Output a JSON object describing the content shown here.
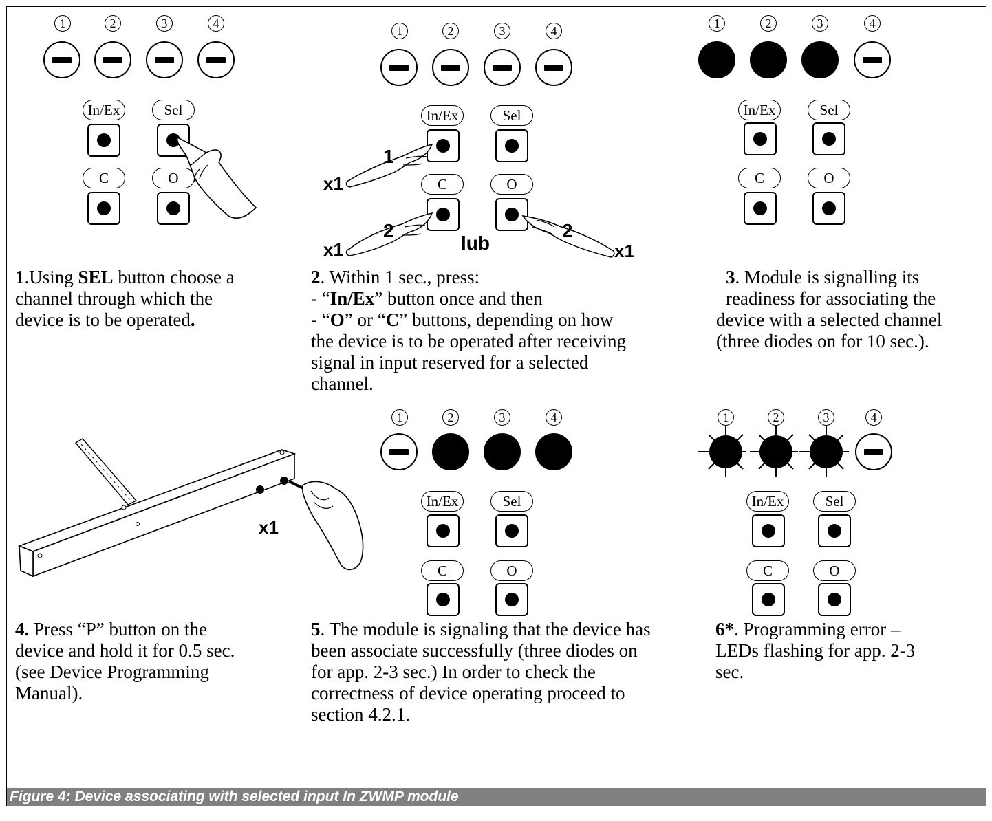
{
  "channels": [
    "1",
    "2",
    "3",
    "4"
  ],
  "buttons": {
    "inex": "In/Ex",
    "sel": "Sel",
    "c": "C",
    "o": "O"
  },
  "hand_labels": {
    "x1": "x1",
    "one": "1",
    "two": "2",
    "lub": "lub"
  },
  "captions": {
    "c1": {
      "num": "1",
      "line1_a": ".Using ",
      "line1_b": "SEL",
      "line1_c": " button choose a",
      "line2": "channel through which the",
      "line3_a": "device is to be operated",
      "line3_b": "."
    },
    "c2": {
      "num": "2",
      "line1": ". Within 1 sec., press:",
      "line2_a": "- “",
      "line2_b": "In/Ex",
      "line2_c": "” button once and then",
      "line3_a": "-  “",
      "line3_b": "O",
      "line3_c": "” or “",
      "line3_d": "C",
      "line3_e": "” buttons, depending on how",
      "line4": "the device is to be operated after receiving",
      "line5": "signal in input reserved for a selected",
      "line6": "channel."
    },
    "c3": {
      "num": "3",
      "line1": ". Module is signalling its",
      "line2": "readiness for associating the",
      "line3": "device with a selected channel",
      "line4": "(three diodes on for 10 sec.)."
    },
    "c4": {
      "num": "4.",
      "line1": " Press “P” button on the",
      "line2": "device and hold it for 0.5 sec.",
      "line3": "(see Device Programming",
      "line4": "Manual)."
    },
    "c5": {
      "num": "5",
      "line1": ". The module is signaling that the device has",
      "line2": "been associate successfully (three diodes on",
      "line3": "for app. 2-3 sec.) In order to check the",
      "line4": "correctness of  device operating proceed to",
      "line5": "section 4.2.1."
    },
    "c6": {
      "num": "6*",
      "line1": ". Programming error –",
      "line2": "LEDs flashing for app. 2-3",
      "line3": "sec."
    }
  },
  "figure_caption": "Figure 4: Device associating with selected input In ZWMP module"
}
